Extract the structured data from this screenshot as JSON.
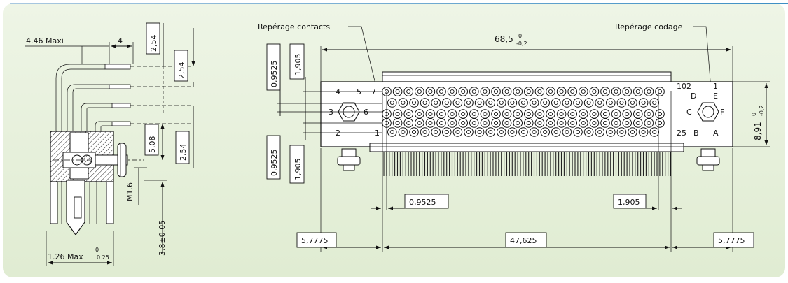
{
  "side_view": {
    "max_width_label": "4.46 Maxi",
    "pitch_label": "4",
    "pitch_v1": "2,54",
    "pitch_v2": "2,54",
    "pitch_v3": "2,54",
    "offset_label": "5.08",
    "thread_label": "M1.6",
    "pin_length_label": "3,8±0.05",
    "base_width_main": "1.26 Max",
    "base_width_tol": "0",
    "base_width_tol2": "0.25"
  },
  "front_view": {
    "contacts_callout": "Repérage contacts",
    "coding_callout": "Repérage codage",
    "overall_length_main": "68,5",
    "overall_length_tol_upper": "0",
    "overall_length_tol_lower": "-0,2",
    "height_main": "8,91",
    "height_tol_upper": "0",
    "height_tol_lower": "-0,2",
    "left_pitch_top_a": "0,9525",
    "left_pitch_top_b": "1,905",
    "left_pitch_bot_a": "0,9525",
    "left_pitch_bot_b": "1,905",
    "bottom_pitch_small": "0,9525",
    "bottom_pitch_large": "1,905",
    "end_offset_left": "5,7775",
    "center_span": "47,625",
    "end_offset_right": "5,7775",
    "contact_labels": {
      "c4": "4",
      "c5": "5",
      "c7": "7",
      "c3": "3",
      "c6": "6",
      "c2": "2",
      "c1": "1",
      "c102": "102",
      "c25": "25"
    },
    "coding_labels": {
      "d": "D",
      "e": "E",
      "c": "C",
      "f": "F",
      "b": "B",
      "a": "A",
      "one": "1"
    }
  }
}
